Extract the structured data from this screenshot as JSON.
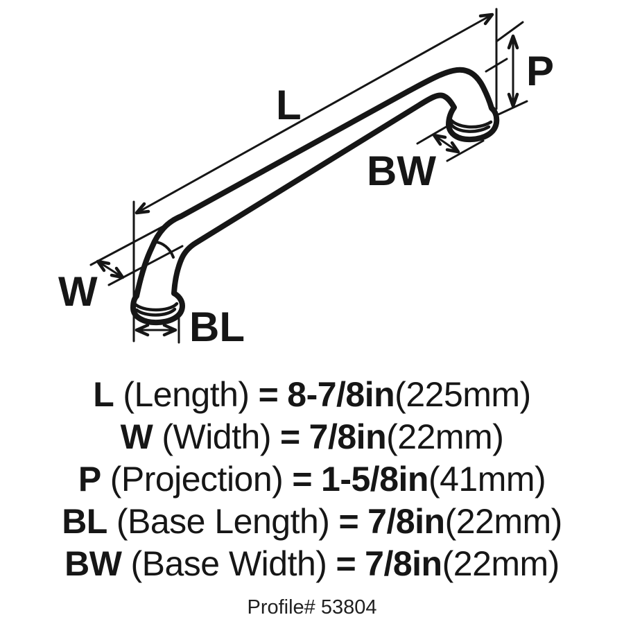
{
  "diagram": {
    "dim_labels": {
      "length": "L",
      "projection": "P",
      "base_width": "BW",
      "width": "W",
      "base_length": "BL"
    }
  },
  "specs": [
    {
      "abbr": "L",
      "name": "(Length)",
      "eq": "=",
      "imperial": "8-7/8in",
      "metric": "(225mm)"
    },
    {
      "abbr": "W",
      "name": "(Width)",
      "eq": "=",
      "imperial": "7/8in",
      "metric": "(22mm)"
    },
    {
      "abbr": "P",
      "name": "(Projection)",
      "eq": "=",
      "imperial": "1-5/8in",
      "metric": "(41mm)"
    },
    {
      "abbr": "BL",
      "name": "(Base Length)",
      "eq": "=",
      "imperial": "7/8in",
      "metric": "(22mm)"
    },
    {
      "abbr": "BW",
      "name": "(Base Width)",
      "eq": "=",
      "imperial": "7/8in",
      "metric": "(22mm)"
    }
  ],
  "footer": {
    "profile_label": "Profile# 53804"
  },
  "colors": {
    "ink": "#161616",
    "background": "#ffffff"
  }
}
